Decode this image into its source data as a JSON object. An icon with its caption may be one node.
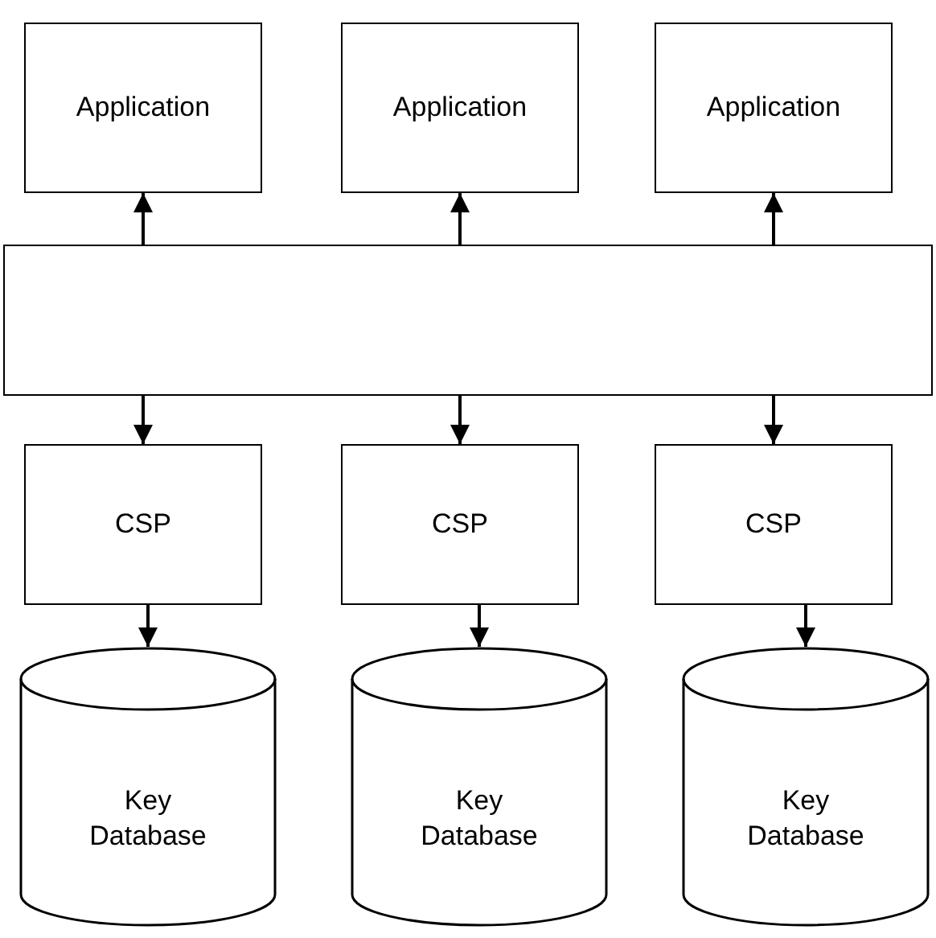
{
  "diagram": {
    "nodes": [
      {
        "text": [
          "Application"
        ]
      },
      {
        "text": [
          "Application"
        ]
      },
      {
        "text": [
          "Application"
        ]
      },
      {
        "text": [],
        "shape": "box"
      },
      {
        "text": [
          "CSP"
        ]
      },
      {
        "text": [
          "CSP"
        ]
      },
      {
        "text": [
          "CSP"
        ]
      },
      {
        "text": [
          "Key Database"
        ]
      },
      {
        "text": [
          "Key Database"
        ]
      },
      {
        "text": [
          "Key Database"
        ]
      }
    ],
    "edges": [
      {
        "from": 3,
        "to": 0,
        "arrow": "to"
      },
      {
        "from": 3,
        "to": 1,
        "arrow": "to"
      },
      {
        "from": 3,
        "to": 2,
        "arrow": "to"
      },
      {
        "from": 3,
        "to": 4,
        "arrow": "to"
      },
      {
        "from": 3,
        "to": 5,
        "arrow": "to"
      },
      {
        "from": 3,
        "to": 6,
        "arrow": "to"
      },
      {
        "from": 4,
        "to": 7,
        "arrow": "to"
      },
      {
        "from": 5,
        "to": 8,
        "arrow": "to"
      },
      {
        "from": 6,
        "to": 9,
        "arrow": "to"
      }
    ]
  }
}
